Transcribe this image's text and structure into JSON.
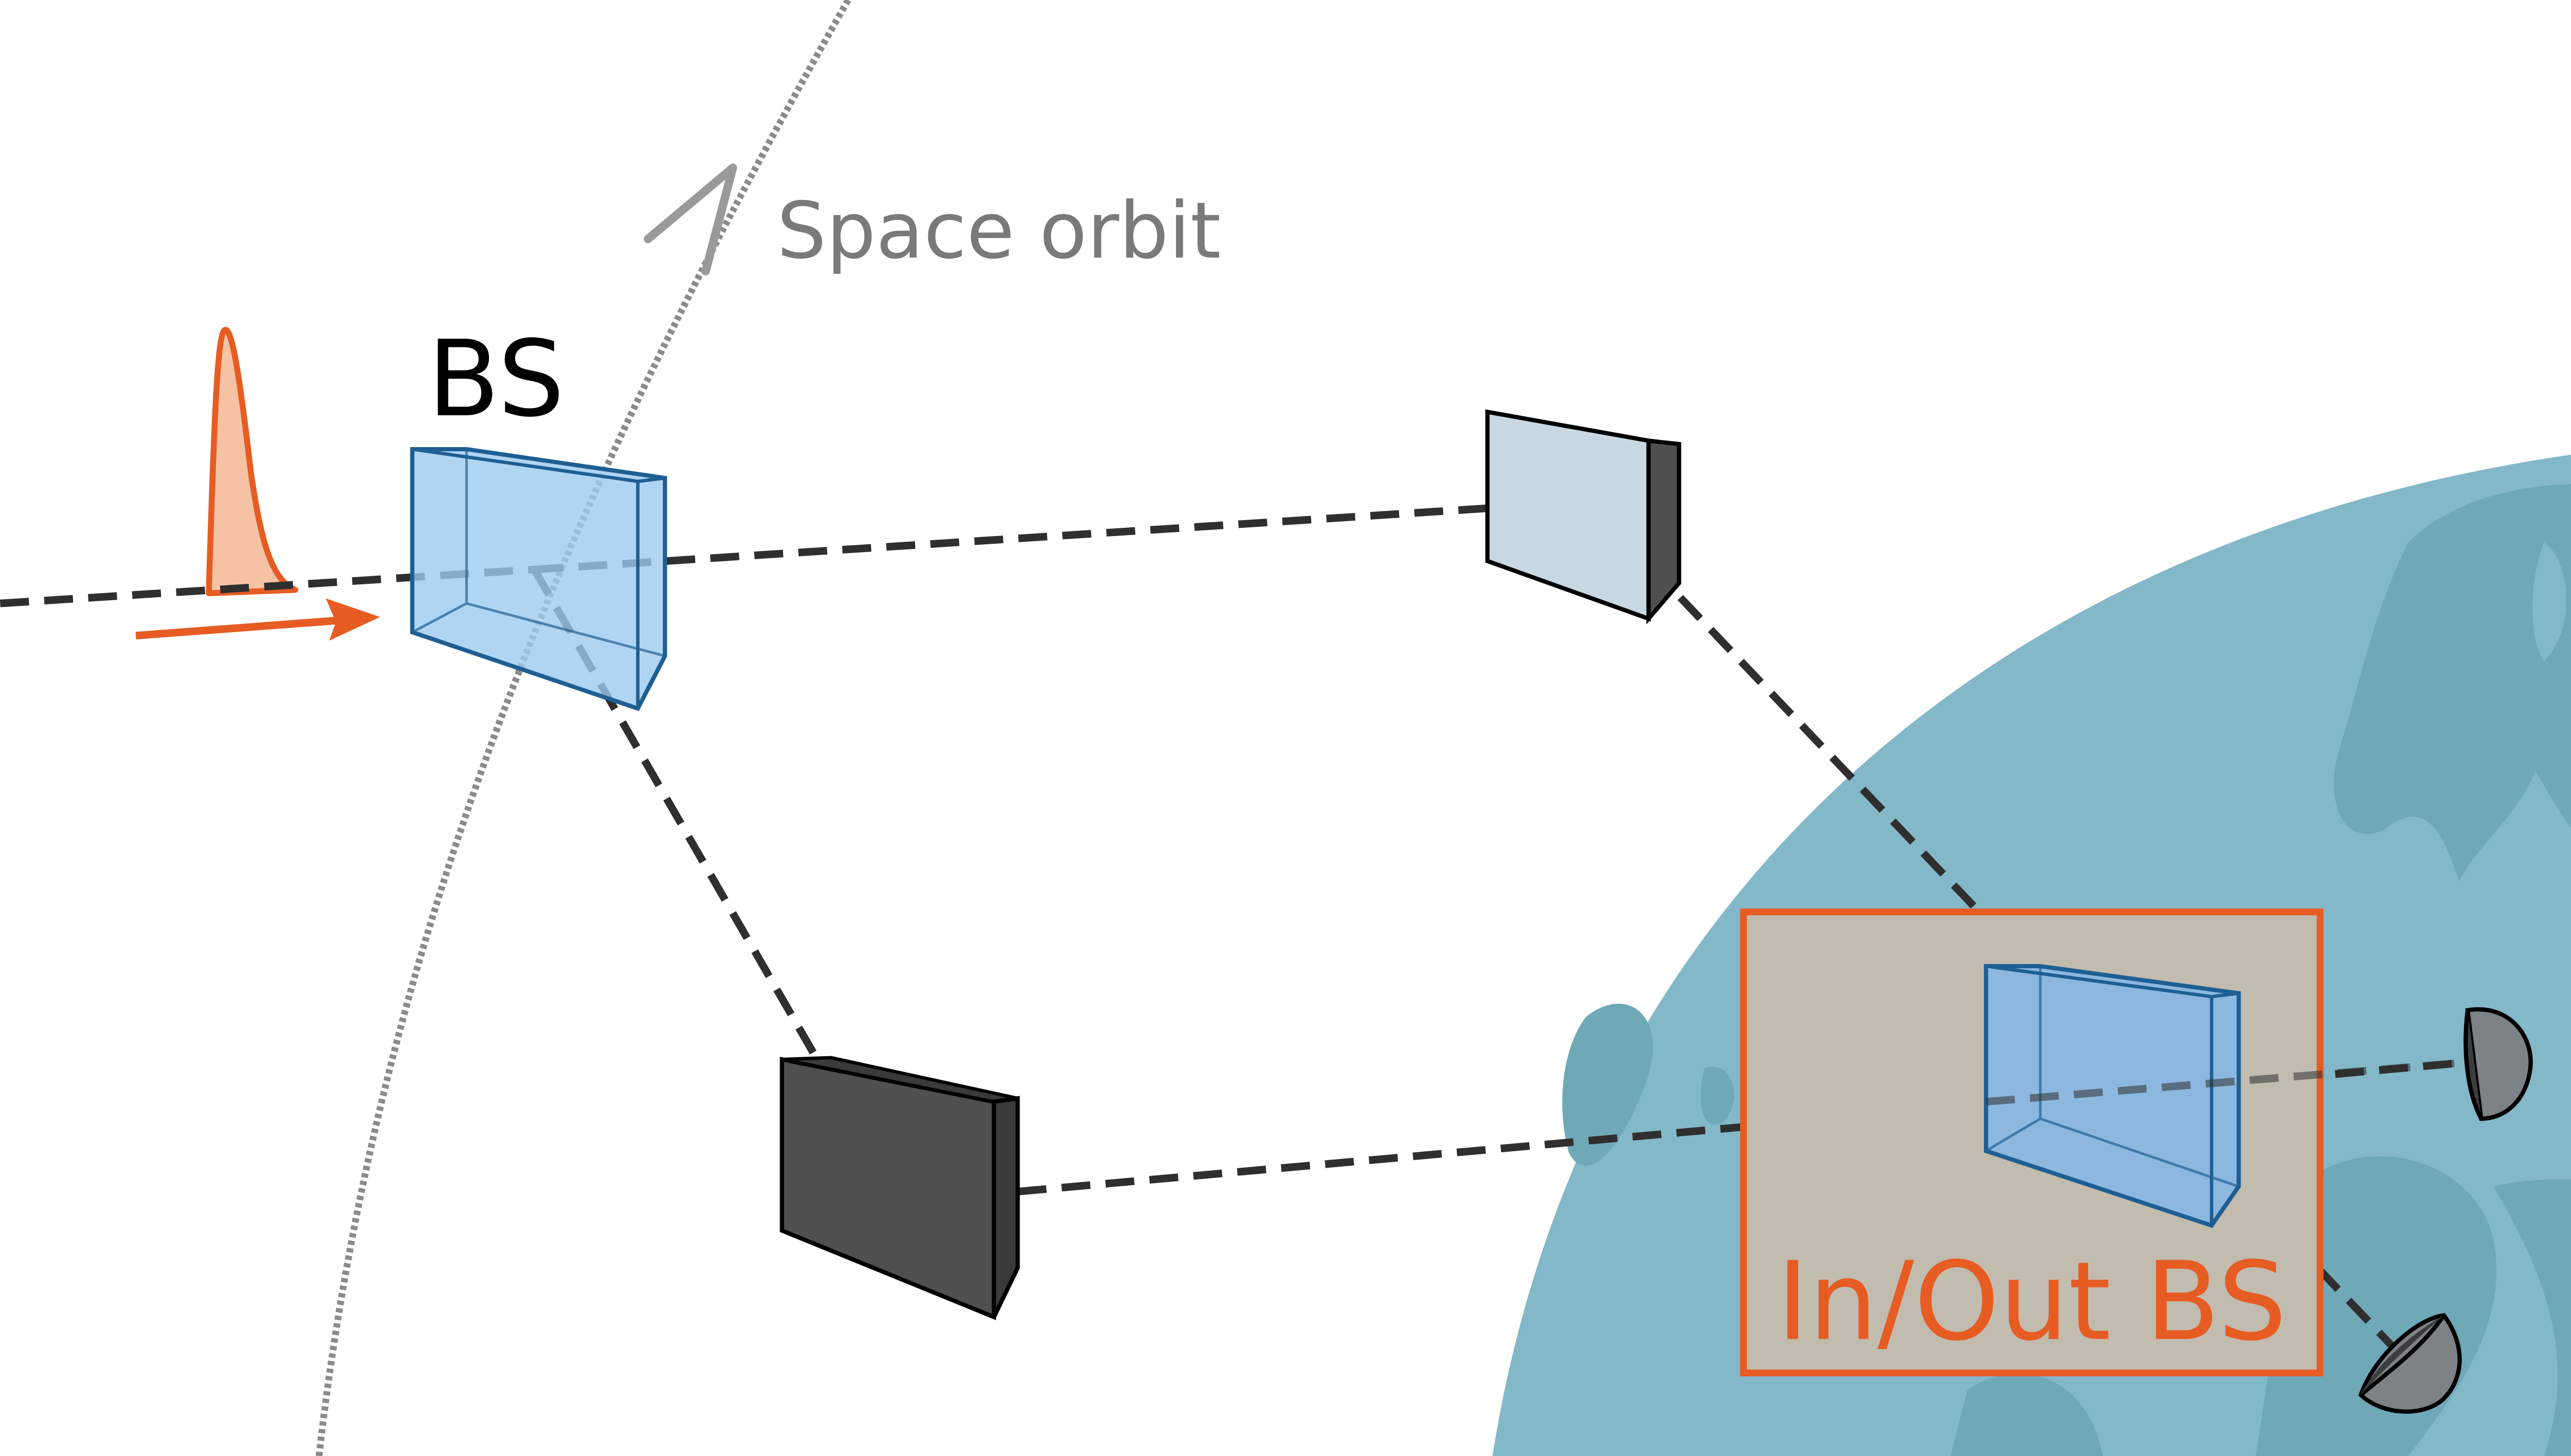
{
  "labels": {
    "orbit": "Space orbit",
    "bs": "BS",
    "inout": "In/Out BS"
  },
  "colors": {
    "earth": "#83b8c9",
    "continent": "#6fa9b8",
    "bs_fill": "#9ccbf0",
    "bs_edge": "#1e5f93",
    "mirror_light": "#c7d8e2",
    "mirror_dark": "#4f4f4f",
    "beam": "#2f2f2f",
    "orbit": "#8b8b8b",
    "accent": "#e65c23",
    "box_fill": "#c2bcaf",
    "detector": "#7d8287"
  }
}
